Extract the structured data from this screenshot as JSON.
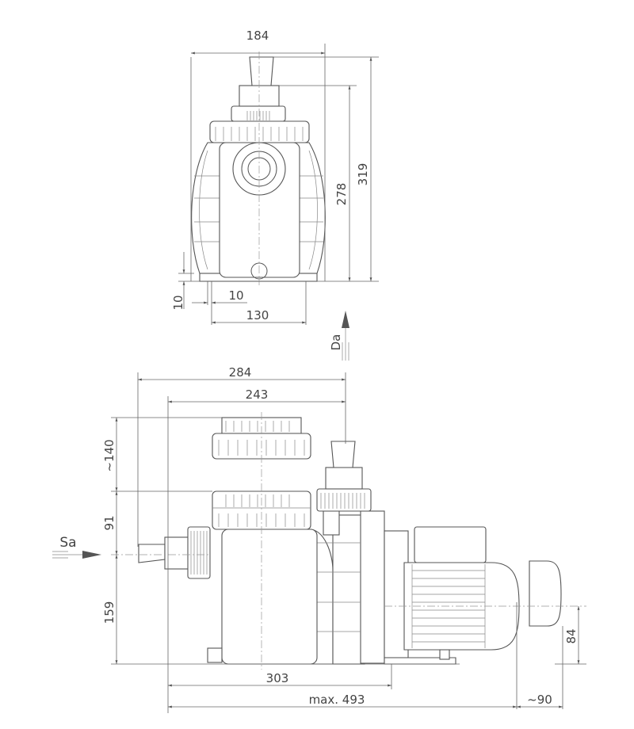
{
  "front_view": {
    "dims": {
      "width": "184",
      "height_total": "319",
      "height_body": "278",
      "foot_height": "10",
      "foot_width": "10",
      "foot_spacing": "130"
    },
    "outlet_label": "Da"
  },
  "side_view": {
    "dims": {
      "overall_284": "284",
      "to_outlet_243": "243",
      "lid_removal": "~140",
      "lid_to_inlet": "91",
      "inlet_height": "159",
      "motor_axis_height": "84",
      "base_length": "303",
      "max_length": "max. 493",
      "fan_clearance": "~90"
    },
    "inlet_label": "Sa"
  },
  "colors": {
    "line": "#555555",
    "text": "#444444"
  }
}
